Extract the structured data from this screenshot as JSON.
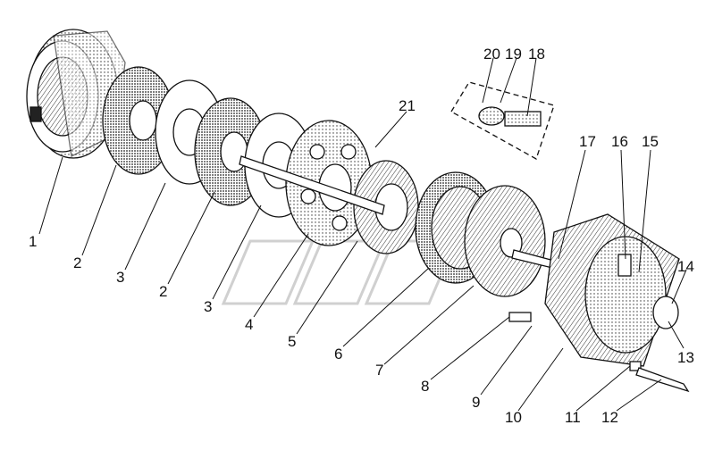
{
  "diagram": {
    "type": "exploded-assembly",
    "parts": [
      {
        "id": "1",
        "label": "1"
      },
      {
        "id": "2a",
        "label": "2"
      },
      {
        "id": "3a",
        "label": "3"
      },
      {
        "id": "2b",
        "label": "2"
      },
      {
        "id": "3b",
        "label": "3"
      },
      {
        "id": "4",
        "label": "4"
      },
      {
        "id": "5",
        "label": "5"
      },
      {
        "id": "6",
        "label": "6"
      },
      {
        "id": "7",
        "label": "7"
      },
      {
        "id": "8",
        "label": "8"
      },
      {
        "id": "9",
        "label": "9"
      },
      {
        "id": "10",
        "label": "10"
      },
      {
        "id": "11",
        "label": "11"
      },
      {
        "id": "12",
        "label": "12"
      },
      {
        "id": "13",
        "label": "13"
      },
      {
        "id": "14",
        "label": "14"
      },
      {
        "id": "15",
        "label": "15"
      },
      {
        "id": "16",
        "label": "16"
      },
      {
        "id": "17",
        "label": "17"
      },
      {
        "id": "18",
        "label": "18"
      },
      {
        "id": "19",
        "label": "19"
      },
      {
        "id": "20",
        "label": "20"
      },
      {
        "id": "21",
        "label": "21"
      }
    ]
  },
  "colors": {
    "ink": "#111111",
    "paper": "#ffffff",
    "shade": "#555555",
    "watermark": "#cfcfcf"
  }
}
